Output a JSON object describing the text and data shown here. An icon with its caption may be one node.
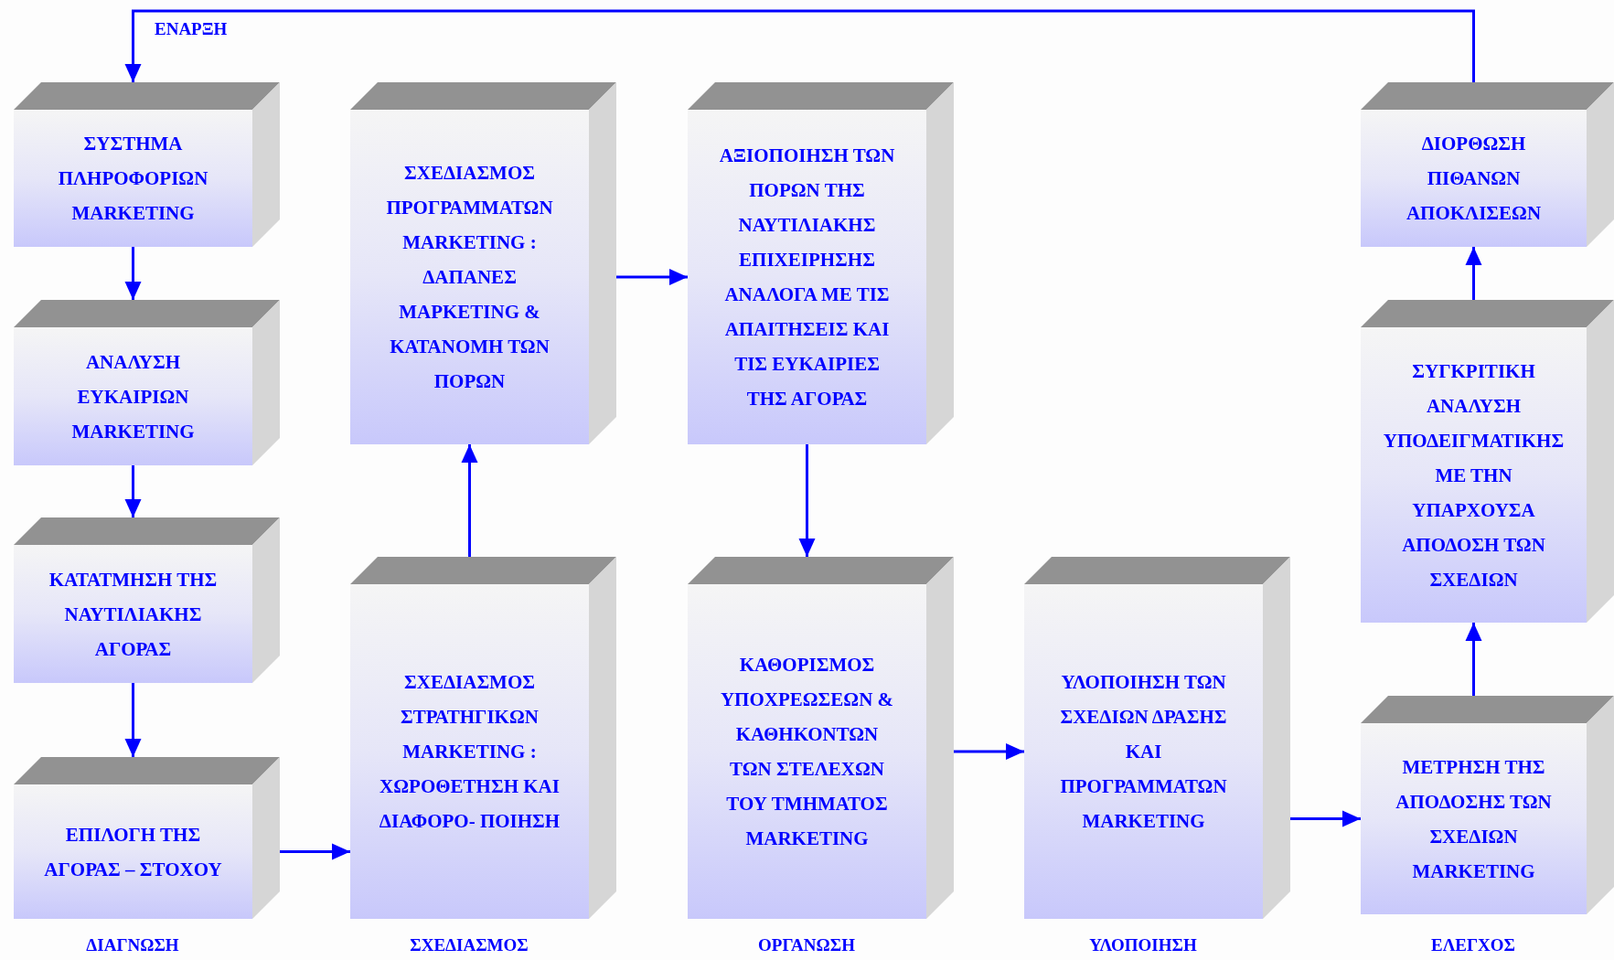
{
  "diagram": {
    "nodes": [
      {
        "text": [
          "ΣΥΣΤΗΜΑ ΠΛΗΡΟΦΟΡΙΩΝ MARKETING"
        ]
      },
      {
        "text": [
          "ΑΝΑΛΥΣΗ ΕΥΚΑΙΡΙΩΝ MARKETING"
        ]
      },
      {
        "text": [
          "ΚΑΤΑΤΜΗΣΗ ΤΗΣ ΝΑΥΤΙΛΙΑΚΗΣ ΑΓΟΡΑΣ"
        ]
      },
      {
        "text": [
          "ΕΠΙΛΟΓΗ ΤΗΣ ΑΓΟΡΑΣ – ΣΤΟΧΟΥ"
        ]
      },
      {
        "text": [
          "ΣΧΕΔΙΑΣΜΟΣ ΠΡΟΓΡΑΜΜΑΤΩΝ MARKETING : ΔΑΠΑΝΕΣ MAPKETING & ΚΑΤΑΝΟΜΗ ΤΩΝ ΠΟΡΩΝ"
        ]
      },
      {
        "text": [
          "ΣΧΕΔΙΑΣΜΟΣ ΣΤΡΑΤΗΓΙΚΩΝ MARKETING : ΧΩΡΟΘΕΤΗΣΗ ΚΑΙ ΔΙΑΦΟΡΟ- ΠΟΙΗΣΗ"
        ]
      },
      {
        "text": [
          "ΑΞΙΟΠΟΙΗΣΗ ΤΩΝ ΠΟΡΩΝ ΤΗΣ ΝΑΥΤΙΛΙΑΚΗΣ ΕΠΙΧΕΙΡΗΣΗΣ ΑΝΑΛΟΓΑ ΜΕ ΤΙΣ ΑΠΑΙΤΗΣΕΙΣ ΚΑΙ ΤΙΣ ΕΥΚΑΙΡΙΕΣ ΤΗΣ ΑΓΟΡΑΣ"
        ]
      },
      {
        "text": [
          "ΚΑΘΟΡΙΣΜΟΣ ΥΠΟΧΡΕΩΣΕΩΝ & ΚΑΘΗΚΟΝΤΩΝ ΤΩΝ ΣΤΕΛΕΧΩΝ ΤΟΥ ΤΜΗΜΑΤΟΣ MARKETING"
        ]
      },
      {
        "text": [
          "ΥΛΟΠΟΙΗΣΗ ΤΩΝ ΣΧΕΔΙΩΝ ΔΡΑΣΗΣ ΚΑΙ ΠΡΟΓΡΑΜΜΑΤΩΝ MARKETING"
        ]
      },
      {
        "text": [
          "ΔΙΟΡΘΩΣΗ ΠΙΘΑΝΩΝ ΑΠΟΚΛΙΣΕΩΝ"
        ]
      },
      {
        "text": [
          "ΣΥΓΚΡΙΤΙΚΗ ΑΝΑΛΥΣΗ ΥΠΟΔΕΙΓΜΑΤΙΚΗΣ ΜΕ ΤΗΝ ΥΠΑΡΧΟΥΣΑ ΑΠΟΔΟΣΗ ΤΩΝ ΣΧΕΔΙΩΝ"
        ]
      },
      {
        "text": [
          "ΜΕΤΡΗΣΗ ΤΗΣ ΑΠΟΔΟΣΗΣ ΤΩΝ ΣΧΕΔΙΩΝ MARKETING"
        ]
      }
    ],
    "edges": [
      {
        "from": 0,
        "to": 1,
        "arrow": "to"
      },
      {
        "from": 1,
        "to": 2,
        "arrow": "to"
      },
      {
        "from": 2,
        "to": 3,
        "arrow": "to"
      },
      {
        "from": 3,
        "to": 5,
        "arrow": "to"
      },
      {
        "from": 5,
        "to": 4,
        "arrow": "to"
      },
      {
        "from": 4,
        "to": 6,
        "arrow": "to"
      },
      {
        "from": 6,
        "to": 7,
        "arrow": "to"
      },
      {
        "from": 7,
        "to": 8,
        "arrow": "to"
      },
      {
        "from": 8,
        "to": 11,
        "arrow": "to"
      },
      {
        "from": 11,
        "to": 10,
        "arrow": "to"
      },
      {
        "from": 10,
        "to": 9,
        "arrow": "to"
      },
      {
        "from": 9,
        "to": 0,
        "arrow": "to",
        "label": "ΕΝΑΡΞΗ"
      }
    ],
    "labels": [
      "ΔΙΑΓΝΩΣΗ",
      "ΣΧΕΔΙΑΣΜΟΣ",
      "ΟΡΓΑΝΩΣΗ",
      "ΥΛΟΠΟΙΗΣΗ",
      "ΕΛΕΓΧΟΣ"
    ]
  }
}
